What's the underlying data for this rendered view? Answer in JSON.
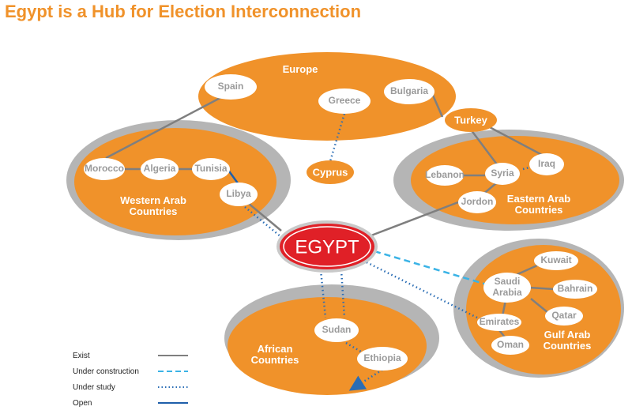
{
  "title": "Egypt is a Hub for Election Interconnection",
  "hub": "EGYPT",
  "groups": {
    "europe": "Europe",
    "western_arab_l1": "Western Arab",
    "western_arab_l2": "Countries",
    "eastern_arab_l1": "Eastern Arab",
    "eastern_arab_l2": "Countries",
    "african_l1": "African",
    "african_l2": "Countries",
    "gulf_arab_l1": "Gulf Arab",
    "gulf_arab_l2": "Countries"
  },
  "countries": {
    "spain": "Spain",
    "greece": "Greece",
    "bulgaria": "Bulgaria",
    "turkey": "Turkey",
    "morocco": "Morocco",
    "algeria": "Algeria",
    "tunisia": "Tunisia",
    "libya": "Libya",
    "cyprus": "Cyprus",
    "lebanon": "Lebanon",
    "syria": "Syria",
    "iraq": "Iraq",
    "jordon": "Jordon",
    "sudan": "Sudan",
    "ethiopia": "Ethiopia",
    "kuwait": "Kuwait",
    "saudi_l1": "Saudi",
    "saudi_l2": "Arabia",
    "bahrain": "Bahrain",
    "qatar": "Qatar",
    "emirates": "Emirates",
    "oman": "Oman"
  },
  "legend": {
    "exist": "Exist",
    "under_construction": "Under construction",
    "under_study": "Under study",
    "open": "Open"
  },
  "colors": {
    "orange": "#f0922a",
    "shadow": "#b5b5b5",
    "node": "#ffffff",
    "exist_line": "#7f7f7f",
    "construction_line": "#3ab3e6",
    "study_line": "#2a6db5",
    "open_line": "#1f5faa",
    "egypt_red": "#e02027"
  }
}
